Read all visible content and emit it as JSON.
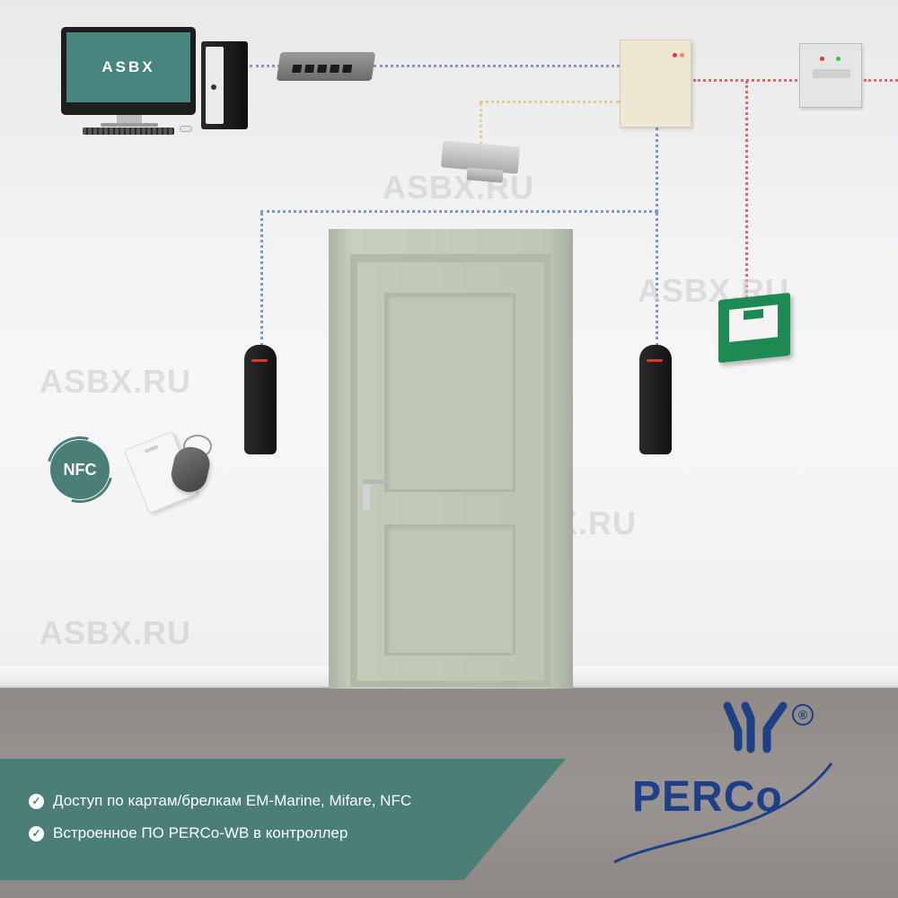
{
  "diagram": {
    "monitor_screen_text": "ASBX",
    "watermark_text": "ASBX.RU",
    "nfc_label": "NFC",
    "features": [
      "Доступ по картам/брелкам EM-Marine, Mifare, NFC",
      "Встроенное ПО PERCo-WB в контроллер"
    ],
    "brand": {
      "name": "PERCo",
      "registered_mark": "®",
      "color": "#1f3f87"
    },
    "colors": {
      "accent": "#4b7e77",
      "network_wire": "#7f99c6",
      "power_wire": "#e06a6a",
      "lock_wire": "#ddcf92"
    },
    "icons": {
      "check": "check-circle-icon"
    }
  }
}
